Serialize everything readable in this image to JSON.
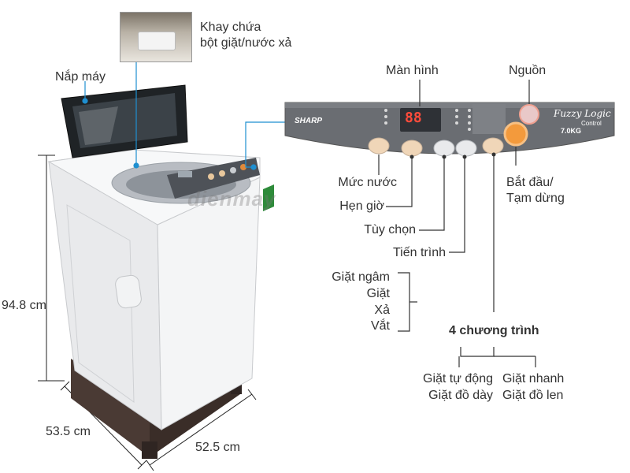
{
  "labels": {
    "tray": [
      "Khay chứa",
      "bột giặt/nước xả"
    ],
    "lid": "Nắp máy",
    "screen": "Màn hình",
    "power": "Nguồn",
    "water_level": "Mức nước",
    "timer": "Hẹn giờ",
    "options": "Tùy chọn",
    "process": "Tiến trình",
    "start": [
      "Bắt đầu/",
      "Tạm dừng"
    ],
    "process_steps": [
      "Giặt ngâm",
      "Giặt",
      "Xả",
      "Vắt"
    ],
    "programs_title": "4 chương trình",
    "programs_left": [
      "Giặt tự động",
      "Giặt đồ dày"
    ],
    "programs_right": [
      "Giặt nhanh",
      "Giặt đồ len"
    ]
  },
  "dimensions": {
    "height": "94.8 cm",
    "depth": "53.5 cm",
    "width": "52.5 cm"
  },
  "panel": {
    "brand": "SHARP",
    "display": "88",
    "logo_line1": "Fuzzy Logic",
    "logo_line2": "Control",
    "capacity": "7.0KG"
  },
  "watermark": "dienmay"
}
